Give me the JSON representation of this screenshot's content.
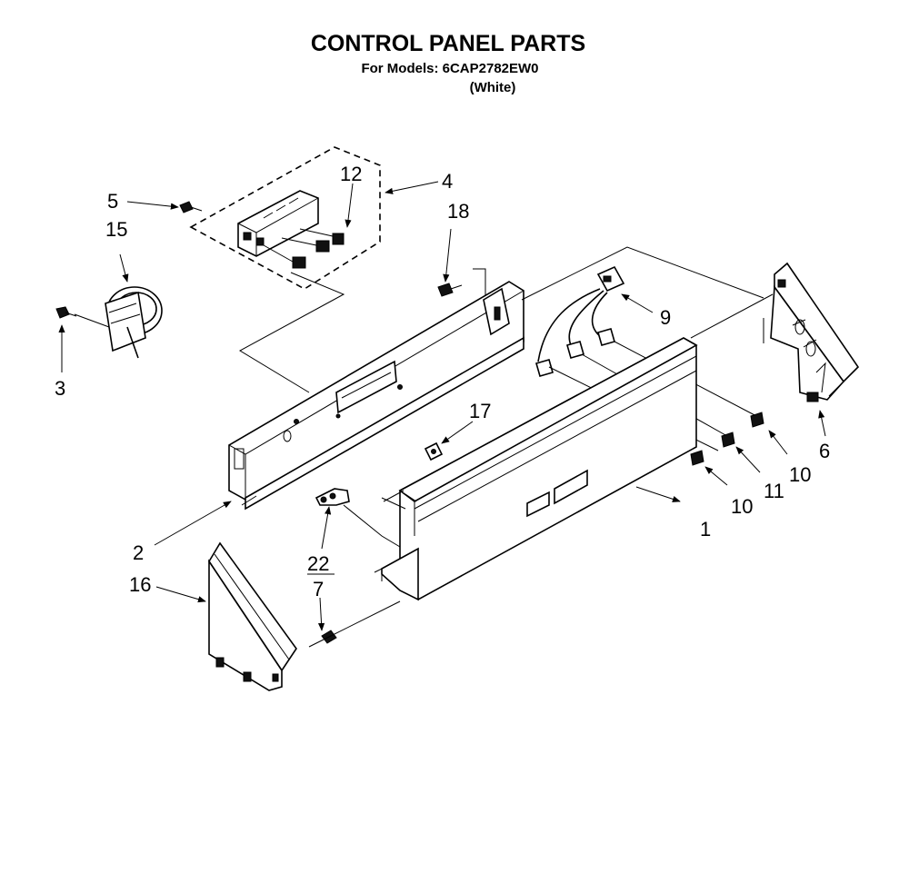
{
  "header": {
    "title": "CONTROL PANEL PARTS",
    "subtitle": "For Models: 6CAP2782EW0",
    "color_note": "(White)"
  },
  "callouts": [
    "1",
    "2",
    "3",
    "4",
    "5",
    "6",
    "7",
    "9",
    "10",
    "10",
    "11",
    "12",
    "15",
    "16",
    "17",
    "18",
    "22"
  ],
  "colors": {
    "ink": "#000000",
    "paper": "#ffffff"
  }
}
